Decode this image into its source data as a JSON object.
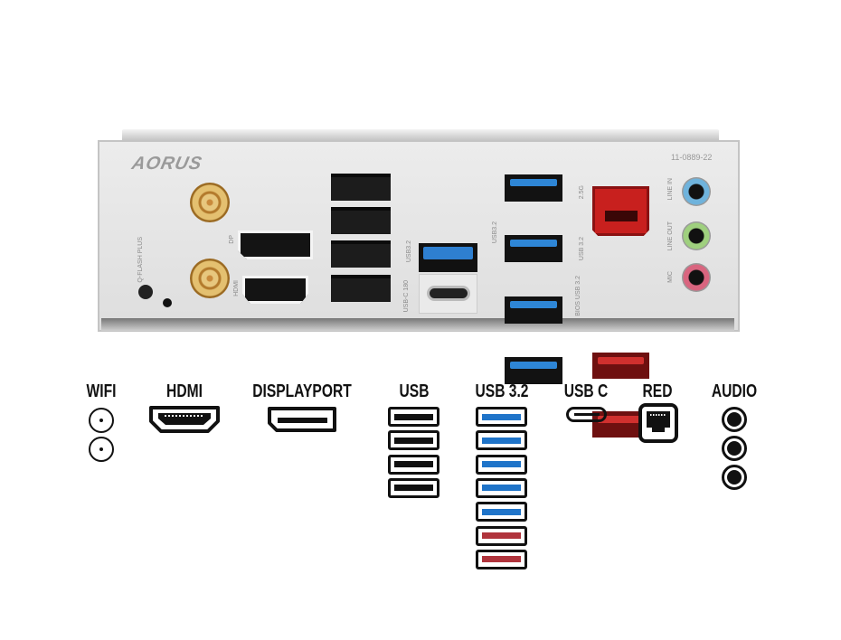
{
  "panel": {
    "brand": "AORUS",
    "part_number": "11-0889-22",
    "labels": {
      "qflash": "Q-FLASH PLUS",
      "dp": "DP",
      "hdmi": "HDMI",
      "usb32_left": "USB3.2",
      "usbc": "USB-C 180",
      "usb32_mid": "USB3.2",
      "lan": "2.5G",
      "usb32_red": "USB 3.2",
      "bios_usb": "BIOS USB 3.2",
      "line_in": "LINE IN",
      "line_out": "LINE OUT",
      "mic": "MIC"
    },
    "audio_colors": [
      "#6fb3dc",
      "#9fd07e",
      "#d9657f"
    ]
  },
  "legend": [
    {
      "title": "WIFI",
      "icon": "antenna-icon",
      "count": 2
    },
    {
      "title": "HDMI",
      "icon": "hdmi-icon",
      "count": 1
    },
    {
      "title": "DISPLAYPORT",
      "icon": "displayport-icon",
      "count": 1
    },
    {
      "title": "USB",
      "icon": "usb-icon",
      "count": 4,
      "color": "#111111"
    },
    {
      "title": "USB 3.2",
      "icon": "usb-icon",
      "count": 7,
      "colors": [
        "#1f74c9",
        "#1f74c9",
        "#1f74c9",
        "#1f74c9",
        "#1f74c9",
        "#b0343c",
        "#b0343c"
      ]
    },
    {
      "title": "USB C",
      "icon": "usb-c-icon",
      "count": 1
    },
    {
      "title": "RED",
      "icon": "ethernet-icon",
      "count": 1
    },
    {
      "title": "AUDIO",
      "icon": "audio-jack-icon",
      "count": 3
    }
  ]
}
